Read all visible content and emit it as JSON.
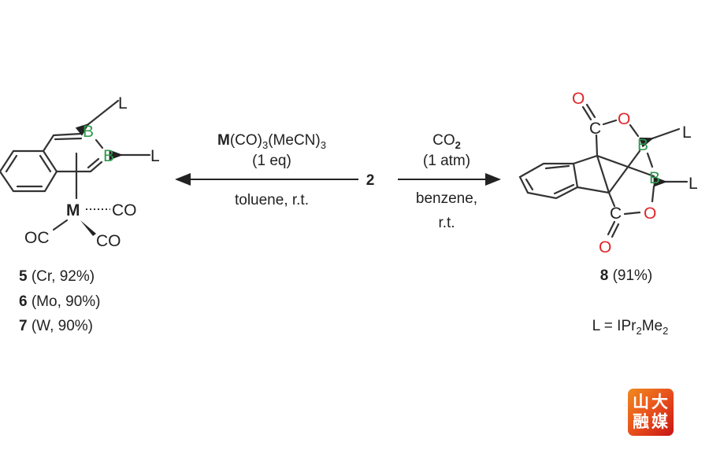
{
  "left_product": {
    "atoms": {
      "B1": "B",
      "B2": "B",
      "L1": "L",
      "L2": "L",
      "M": "M",
      "CO_right": "CO",
      "OC_left": "OC",
      "CO_bottom": "CO"
    },
    "labels": [
      {
        "num": "5",
        "detail": "(Cr, 92%)"
      },
      {
        "num": "6",
        "detail": "(Mo, 90%)"
      },
      {
        "num": "7",
        "detail": "(W, 90%)"
      }
    ]
  },
  "left_arrow": {
    "reagent_bold": "M",
    "reagent_1": "(CO)",
    "reagent_sub1": "3",
    "reagent_2": "(MeCN)",
    "reagent_sub2": "3",
    "amount": "(1 eq)",
    "conditions": "toluene, r.t."
  },
  "starting_material": "2",
  "right_arrow": {
    "reagent": "CO",
    "reagent_sub": "2",
    "amount": "(1 atm)",
    "solvent": "benzene,",
    "temp": "r.t."
  },
  "right_product": {
    "atoms": {
      "O_top": "O",
      "C_top": "C",
      "O_ring_top": "O",
      "B1": "B",
      "B2": "B",
      "L1": "L",
      "L2": "L",
      "O_ring_bottom": "O",
      "C_bottom": "C",
      "O_bottom": "O"
    },
    "label_num": "8",
    "label_detail": "(91%)"
  },
  "ligand_definition": {
    "prefix": "L = IPr",
    "sub1": "2",
    "mid": "Me",
    "sub2": "2"
  },
  "logo": {
    "text": [
      "山",
      "大",
      "融",
      "媒"
    ]
  },
  "colors": {
    "boron": "#2e9a4e",
    "oxygen": "#e0262a"
  }
}
